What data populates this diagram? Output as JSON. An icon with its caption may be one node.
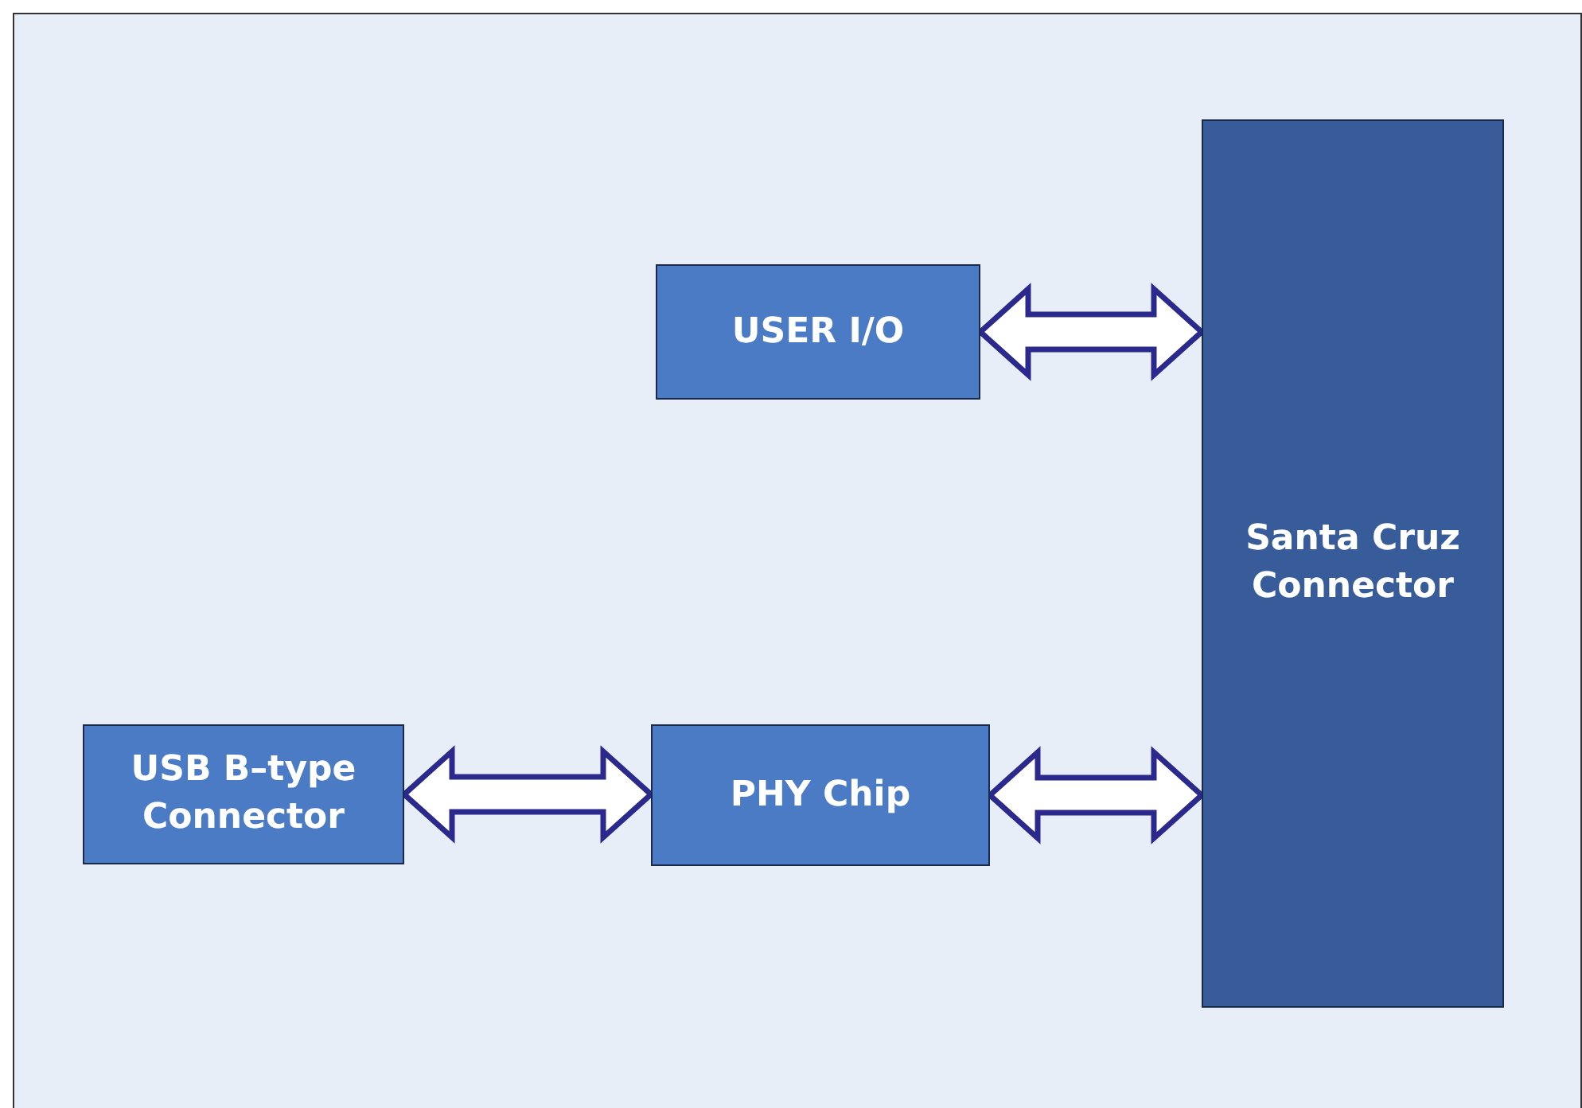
{
  "diagram": {
    "nodes": [
      {
        "text": [
          "USER I/O"
        ]
      },
      {
        "text": [
          "Santa Cruz Connector"
        ]
      },
      {
        "text": [
          "USB B–type Connector"
        ]
      },
      {
        "text": [
          "PHY Chip"
        ]
      }
    ],
    "edges": [
      {
        "from": 0,
        "to": 1,
        "arrow": "both"
      },
      {
        "from": 2,
        "to": 3,
        "arrow": "both"
      },
      {
        "from": 3,
        "to": 1,
        "arrow": "both"
      }
    ]
  }
}
